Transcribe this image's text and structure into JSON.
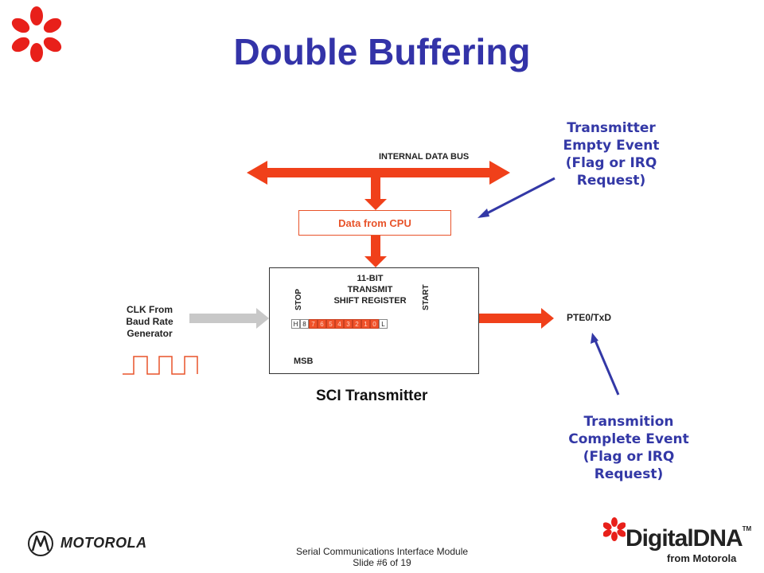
{
  "slide": {
    "title": "Double Buffering",
    "bus_label": "INTERNAL DATA BUS",
    "cpu_box_label": "Data from CPU",
    "register": {
      "title_line1": "11-BIT",
      "title_line2": "TRANSMIT",
      "title_line3": "SHIFT REGISTER",
      "stop_label": "STOP",
      "start_label": "START",
      "msb_label": "MSB",
      "cells": [
        "H",
        "8",
        "7",
        "6",
        "5",
        "4",
        "3",
        "2",
        "1",
        "0",
        "L"
      ]
    },
    "block_label": "SCI Transmitter",
    "clk_label": {
      "line1": "CLK From",
      "line2": "Baud Rate",
      "line3": "Generator"
    },
    "output_label": "PTE0/TxD",
    "callout_empty": {
      "line1": "Transmitter",
      "line2": "Empty Event",
      "line3": "(Flag or IRQ",
      "line4": "Request)"
    },
    "callout_complete": {
      "line1": "Transmition",
      "line2": "Complete Event",
      "line3": "(Flag or IRQ",
      "line4": "Request)"
    }
  },
  "footer": {
    "line1": "Serial Communications Interface Module",
    "line2": "Slide #6 of 19"
  },
  "logos": {
    "left_brand": "MOTOROLA",
    "right_brand_main": "DigitalDNA",
    "right_brand_tm": "TM",
    "right_brand_sub": "from Motorola"
  },
  "colors": {
    "title": "#3333a8",
    "arrow_red": "#f0401a",
    "callout_blue": "#3338a6",
    "logo_red": "#e8201a",
    "clk_arrow_gray": "#c8c8c8"
  }
}
